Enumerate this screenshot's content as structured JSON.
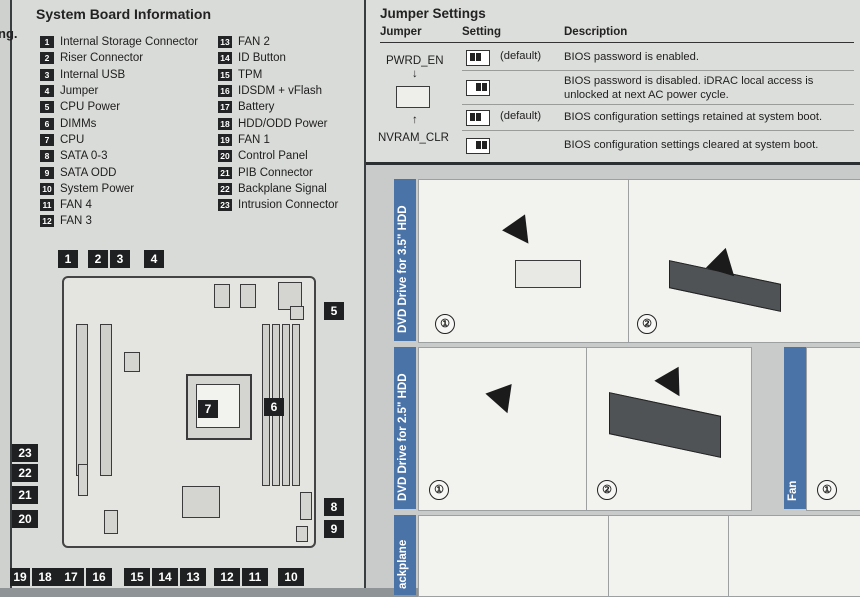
{
  "left_edge_text": "ng.",
  "system_board": {
    "title": "System Board Information",
    "legend_left": [
      {
        "num": "1",
        "label": "Internal Storage Connector"
      },
      {
        "num": "2",
        "label": "Riser Connector"
      },
      {
        "num": "3",
        "label": "Internal USB"
      },
      {
        "num": "4",
        "label": "Jumper"
      },
      {
        "num": "5",
        "label": "CPU Power"
      },
      {
        "num": "6",
        "label": "DIMMs"
      },
      {
        "num": "7",
        "label": "CPU"
      },
      {
        "num": "8",
        "label": "SATA 0-3"
      },
      {
        "num": "9",
        "label": "SATA ODD"
      },
      {
        "num": "10",
        "label": "System Power"
      },
      {
        "num": "11",
        "label": "FAN 4"
      },
      {
        "num": "12",
        "label": "FAN 3"
      }
    ],
    "legend_right": [
      {
        "num": "13",
        "label": "FAN 2"
      },
      {
        "num": "14",
        "label": "ID Button"
      },
      {
        "num": "15",
        "label": "TPM"
      },
      {
        "num": "16",
        "label": "IDSDM + vFlash"
      },
      {
        "num": "17",
        "label": "Battery"
      },
      {
        "num": "18",
        "label": "HDD/ODD Power"
      },
      {
        "num": "19",
        "label": "FAN 1"
      },
      {
        "num": "20",
        "label": "Control Panel"
      },
      {
        "num": "21",
        "label": "PIB Connector"
      },
      {
        "num": "22",
        "label": "Backplane Signal"
      },
      {
        "num": "23",
        "label": "Intrusion Connector"
      }
    ],
    "callouts": {
      "c1": "1",
      "c2": "2",
      "c3": "3",
      "c4": "4",
      "c5": "5",
      "c6": "6",
      "c7": "7",
      "c8": "8",
      "c9": "9",
      "c10": "10",
      "c11": "11",
      "c12": "12",
      "c13": "13",
      "c14": "14",
      "c15": "15",
      "c16": "16",
      "c17": "17",
      "c18": "18",
      "c19": "19",
      "c20": "20",
      "c21": "21",
      "c22": "22",
      "c23": "23"
    }
  },
  "jumper": {
    "title": "Jumper Settings",
    "headers": {
      "jumper": "Jumper",
      "setting": "Setting",
      "description": "Description"
    },
    "pwrd_en": "PWRD_EN",
    "nvram_clr": "NVRAM_CLR",
    "arrow_down": "↓",
    "arrow_up": "↑",
    "rows": [
      {
        "default": "(default)",
        "description": "BIOS password is enabled."
      },
      {
        "default": "",
        "description": "BIOS password is disabled. iDRAC local access is unlocked at next AC power cycle."
      },
      {
        "default": "(default)",
        "description": "BIOS configuration settings retained at system boot."
      },
      {
        "default": "",
        "description": "BIOS configuration settings cleared at system boot."
      }
    ]
  },
  "instructions": {
    "dvd35": "DVD Drive for 3.5\" HDD",
    "dvd25": "DVD Drive for 2.5\" HDD",
    "fan": "Fan",
    "backplane": "ackplane",
    "step1": "①",
    "step2": "②"
  }
}
